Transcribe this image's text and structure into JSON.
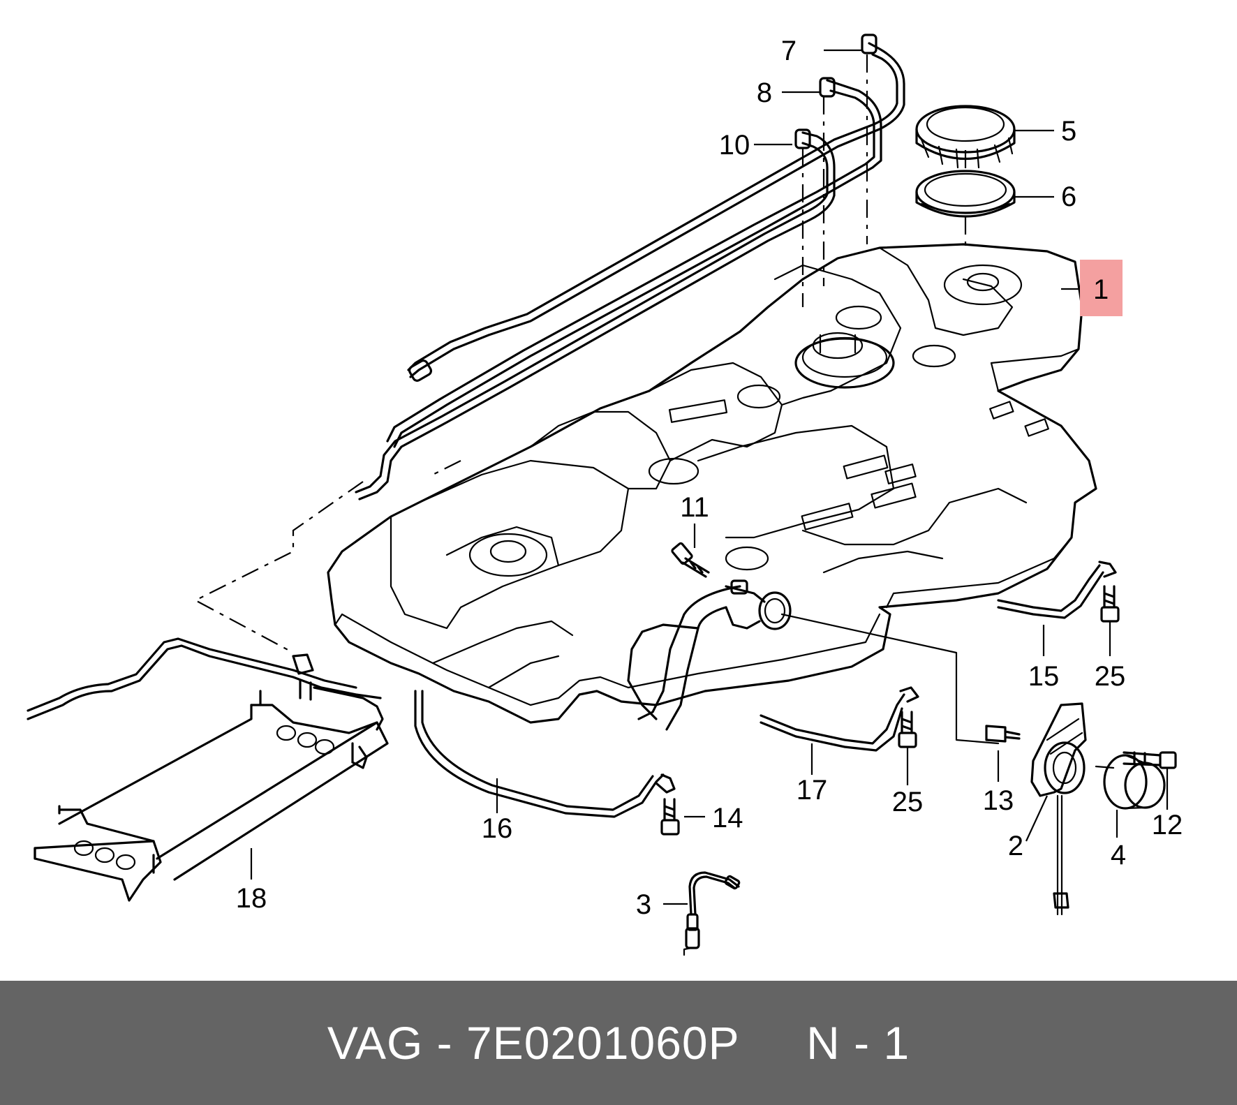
{
  "diagram": {
    "highlight_color": "#f4a0a0",
    "callouts": {
      "c1": "1",
      "c2": "2",
      "c3": "3",
      "c4": "4",
      "c5": "5",
      "c6": "6",
      "c7": "7",
      "c8": "8",
      "c10": "10",
      "c11": "11",
      "c12": "12",
      "c13": "13",
      "c14": "14",
      "c15": "15",
      "c16": "16",
      "c17": "17",
      "c18": "18",
      "c25a": "25",
      "c25b": "25"
    }
  },
  "footer": {
    "text": "VAG - 7E0201060P     N - 1",
    "background": "#646464",
    "text_color": "#ffffff"
  }
}
